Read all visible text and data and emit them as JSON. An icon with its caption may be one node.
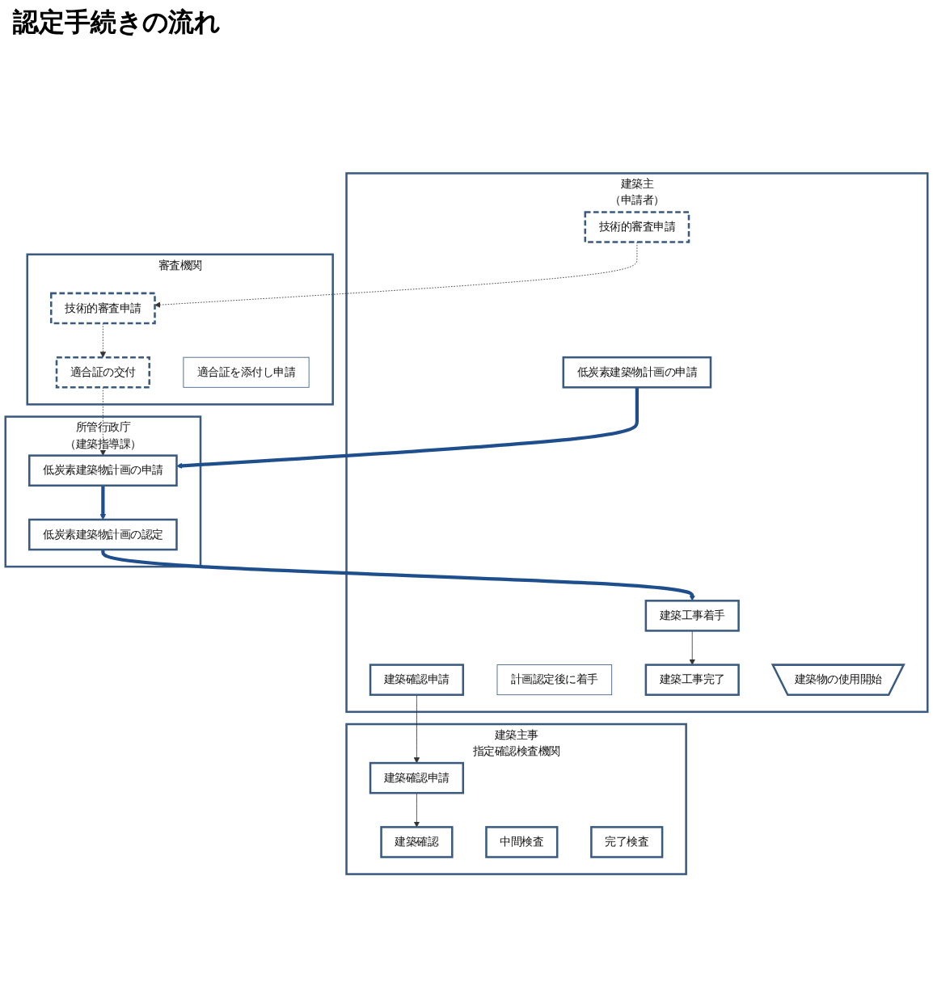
{
  "diagram": {
    "title": "認定手続きの流れ",
    "nodes": [
      {
        "text": [
          "建築主",
          "（申請者）"
        ]
      },
      {
        "text": [
          "建築主事",
          "指定確認検査機関"
        ]
      },
      {
        "text": [
          "審査機関"
        ]
      },
      {
        "text": [
          "所管行政庁",
          "（建築指導課）"
        ]
      },
      {
        "text": [
          "建築確認申請"
        ],
        "in": 0
      },
      {
        "text": [
          "技術的審査申請"
        ],
        "in": 0
      },
      {
        "text": [
          "低炭素建築物計画の申請"
        ],
        "in": 0
      },
      {
        "text": [
          "計画認定後に着手"
        ],
        "in": 0
      },
      {
        "text": [
          "建築工事着手"
        ],
        "in": 0
      },
      {
        "text": [
          "建築工事完了"
        ],
        "in": 0
      },
      {
        "text": [
          "建築物の使用開始"
        ],
        "in": 0
      },
      {
        "text": [
          "建築確認申請"
        ],
        "in": 1
      },
      {
        "text": [
          "建築確認"
        ],
        "in": 1
      },
      {
        "text": [
          "中間検査"
        ],
        "in": 1
      },
      {
        "text": [
          "完了検査"
        ],
        "in": 1
      },
      {
        "text": [
          "技術的審査申請"
        ],
        "in": 2
      },
      {
        "text": [
          "適合証の交付"
        ],
        "in": 2
      },
      {
        "text": [
          "適合証を添付し申請"
        ],
        "in": 2
      },
      {
        "text": [
          "低炭素建築物計画の申請"
        ],
        "in": 3
      },
      {
        "text": [
          "低炭素建築物計画の認定"
        ],
        "in": 3
      }
    ],
    "edges": [
      {
        "from": 4,
        "to": 11,
        "arrow": "to"
      },
      {
        "from": 5,
        "to": 15,
        "arrow": "to",
        "style": "dashed"
      },
      {
        "from": 11,
        "to": 12,
        "arrow": "to"
      },
      {
        "from": 15,
        "to": 16,
        "arrow": "to",
        "style": "dashed"
      },
      {
        "from": 16,
        "to": 18,
        "arrow": "to",
        "style": "dashed"
      },
      {
        "from": 6,
        "to": 18,
        "arrow": "to",
        "style": "thick",
        "color": "#1f4e8c"
      },
      {
        "from": 18,
        "to": 19,
        "arrow": "to",
        "style": "thick",
        "color": "#1f4e8c"
      },
      {
        "from": 19,
        "to": 8,
        "arrow": "to",
        "style": "thick",
        "color": "#1f4e8c"
      },
      {
        "from": 8,
        "to": 9,
        "arrow": "to"
      }
    ]
  }
}
